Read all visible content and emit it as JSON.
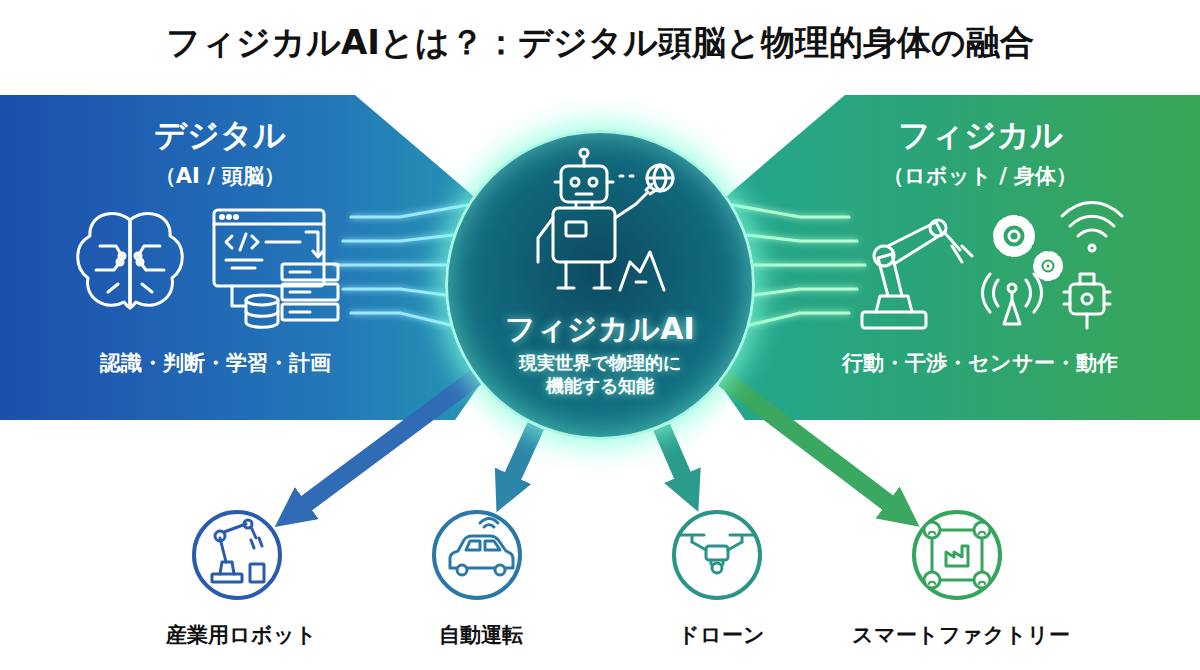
{
  "diagram": {
    "title": "フィジカルAIとは？：デジタル頭脳と物理的身体の融合",
    "nodes": [
      {
        "text": [
          "デジタル",
          "（AI / 頭脳）",
          "認識・判断・学習・計画"
        ]
      },
      {
        "text": [
          "フィジカル",
          "（ロボット / 身体）",
          "行動・干渉・センサー・動作"
        ]
      },
      {
        "text": [
          "フィジカルAI",
          "現実世界で物理的に 機能する知能"
        ]
      },
      {
        "text": [
          "産業用ロボット"
        ]
      },
      {
        "text": [
          "自動運転"
        ]
      },
      {
        "text": [
          "ドローン"
        ]
      },
      {
        "text": [
          "スマートファクトリー"
        ]
      }
    ],
    "edges": [
      {
        "from": 0,
        "to": 2,
        "arrow": "none"
      },
      {
        "from": 1,
        "to": 2,
        "arrow": "none"
      },
      {
        "from": 2,
        "to": 3,
        "arrow": "to"
      },
      {
        "from": 2,
        "to": 4,
        "arrow": "to"
      },
      {
        "from": 2,
        "to": 5,
        "arrow": "to"
      },
      {
        "from": 2,
        "to": 6,
        "arrow": "to"
      }
    ]
  }
}
